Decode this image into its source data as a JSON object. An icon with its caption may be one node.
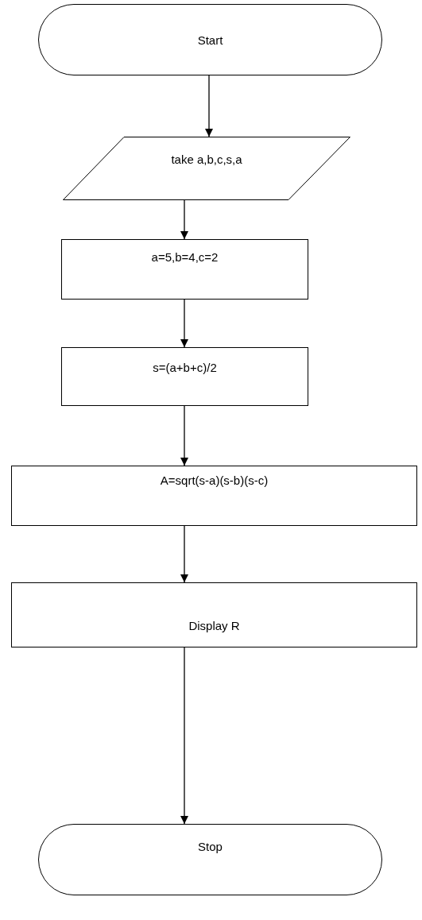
{
  "diagram": {
    "nodes": [
      {
        "text": [
          "Start"
        ]
      },
      {
        "text": [
          "take a,b,c,s,a"
        ]
      },
      {
        "text": [
          "a=5,b=4,c=2"
        ]
      },
      {
        "text": [
          "s=(a+b+c)/2"
        ]
      },
      {
        "text": [
          "A=sqrt(s-a)(s-b)(s-c)"
        ]
      },
      {
        "text": [
          "Display R"
        ]
      },
      {
        "text": [
          "Stop"
        ]
      }
    ],
    "edges": [
      {
        "from": 0,
        "to": 1,
        "arrow": "to"
      },
      {
        "from": 1,
        "to": 2,
        "arrow": "to"
      },
      {
        "from": 2,
        "to": 3,
        "arrow": "to"
      },
      {
        "from": 3,
        "to": 4,
        "arrow": "to"
      },
      {
        "from": 4,
        "to": 5,
        "arrow": "to"
      },
      {
        "from": 5,
        "to": 6,
        "arrow": "to"
      }
    ]
  }
}
